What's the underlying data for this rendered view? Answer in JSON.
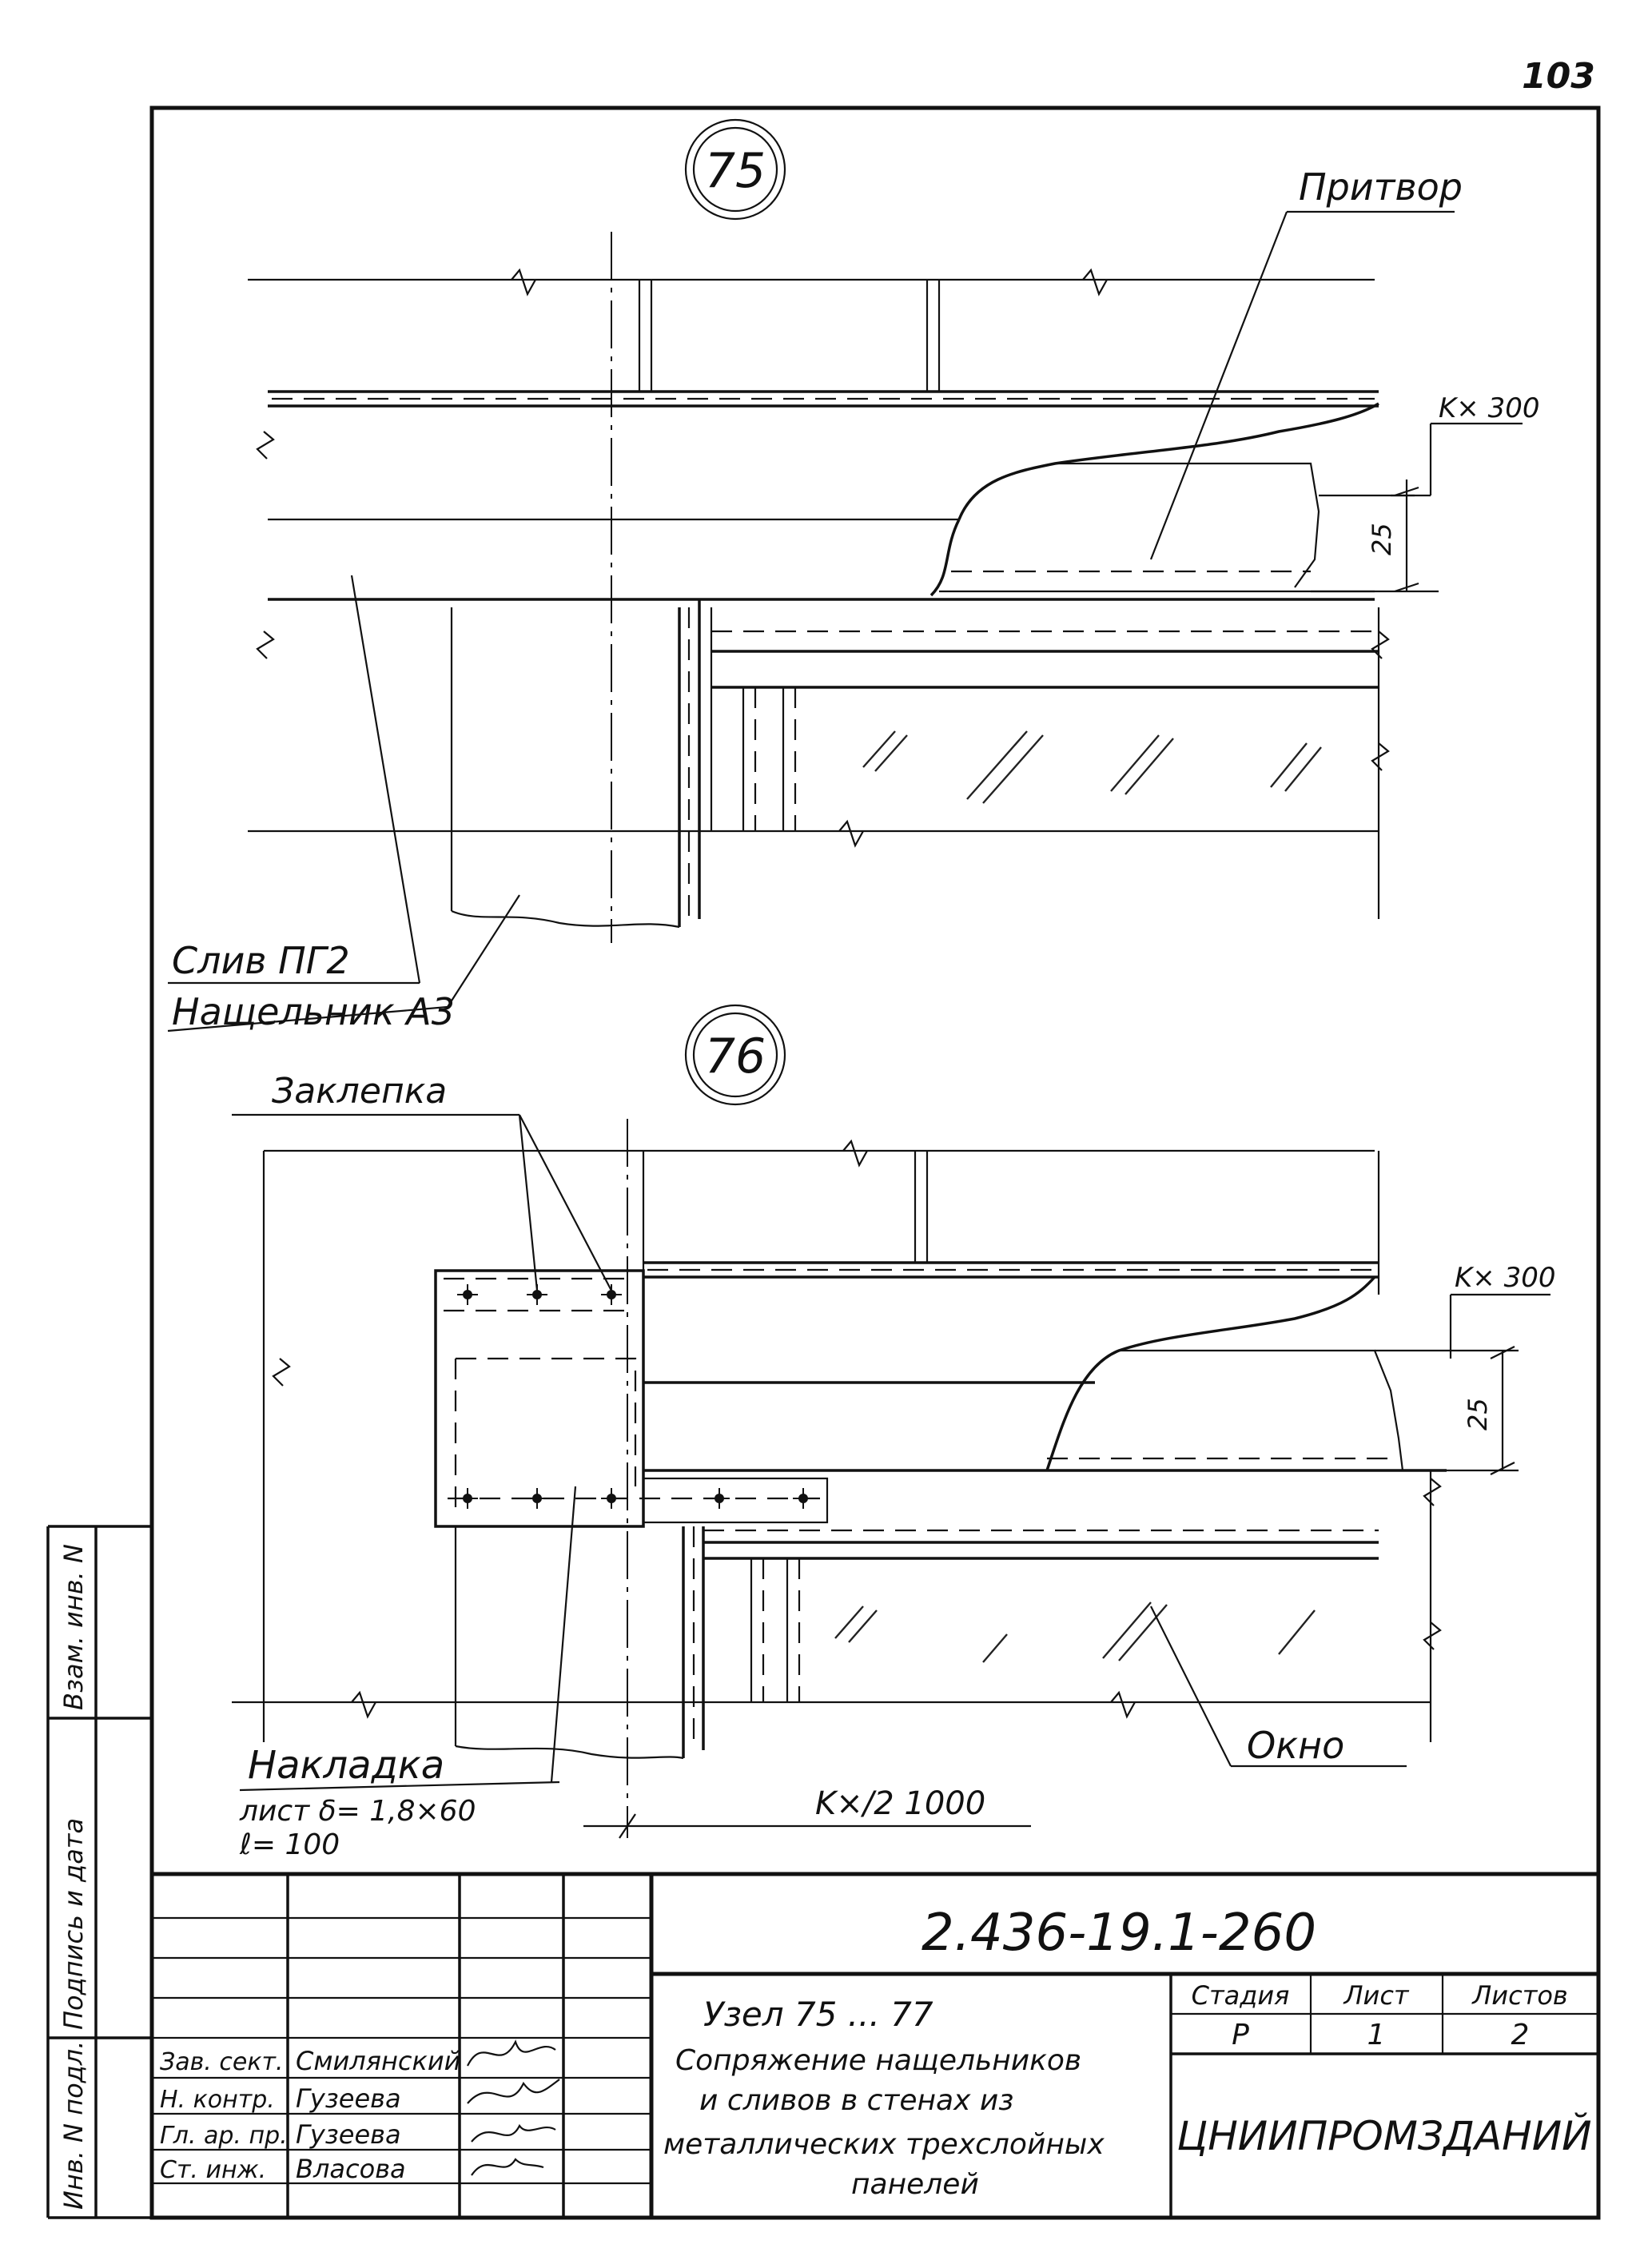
{
  "page_number": "103",
  "details": [
    {
      "number": "75"
    },
    {
      "number": "76"
    }
  ],
  "labels": {
    "pritvor": "Притвор",
    "sliv": "Слив ПГ2",
    "nashchelnik": "Нащельник А3",
    "zaklepka": "Заклепка",
    "nakladka": "Накладка",
    "nakladka_spec1": "лист δ= 1,8×60",
    "nakladka_spec2": "ℓ= 100",
    "okno": "Окно",
    "dim_k300_top": "K× 300",
    "dim_25_top": "25",
    "dim_k300_bottom": "K× 300",
    "dim_25_bottom": "25",
    "dim_k1000": "K×/2  1000"
  },
  "title_block": {
    "doc_code": "2.436-19.1-260",
    "title_line1": "Узел 75 ... 77",
    "title_line2": "Сопряжение нащельников",
    "title_line3": "и сливов в стенах из",
    "title_line4": "металлических трехслойных",
    "title_line5": "панелей",
    "stage_label": "Стадия",
    "sheet_label": "Лист",
    "sheets_label": "Листов",
    "stage_value": "Р",
    "sheet_value": "1",
    "sheets_value": "2",
    "organization": "ЦНИИПРОМЗДАНИЙ",
    "staff": [
      {
        "role": "Зав. сект.",
        "name": "Смилянский"
      },
      {
        "role": "Н. контр.",
        "name": "Гузеева"
      },
      {
        "role": "Гл. ар. пр.",
        "name": "Гузеева"
      },
      {
        "role": "Ст. инж.",
        "name": "Власова"
      }
    ]
  },
  "side_stamp": {
    "inv_podl": "Инв. N подл.",
    "podpis_data": "Подпись и дата",
    "vzam_inv": "Взам. инв. N"
  }
}
